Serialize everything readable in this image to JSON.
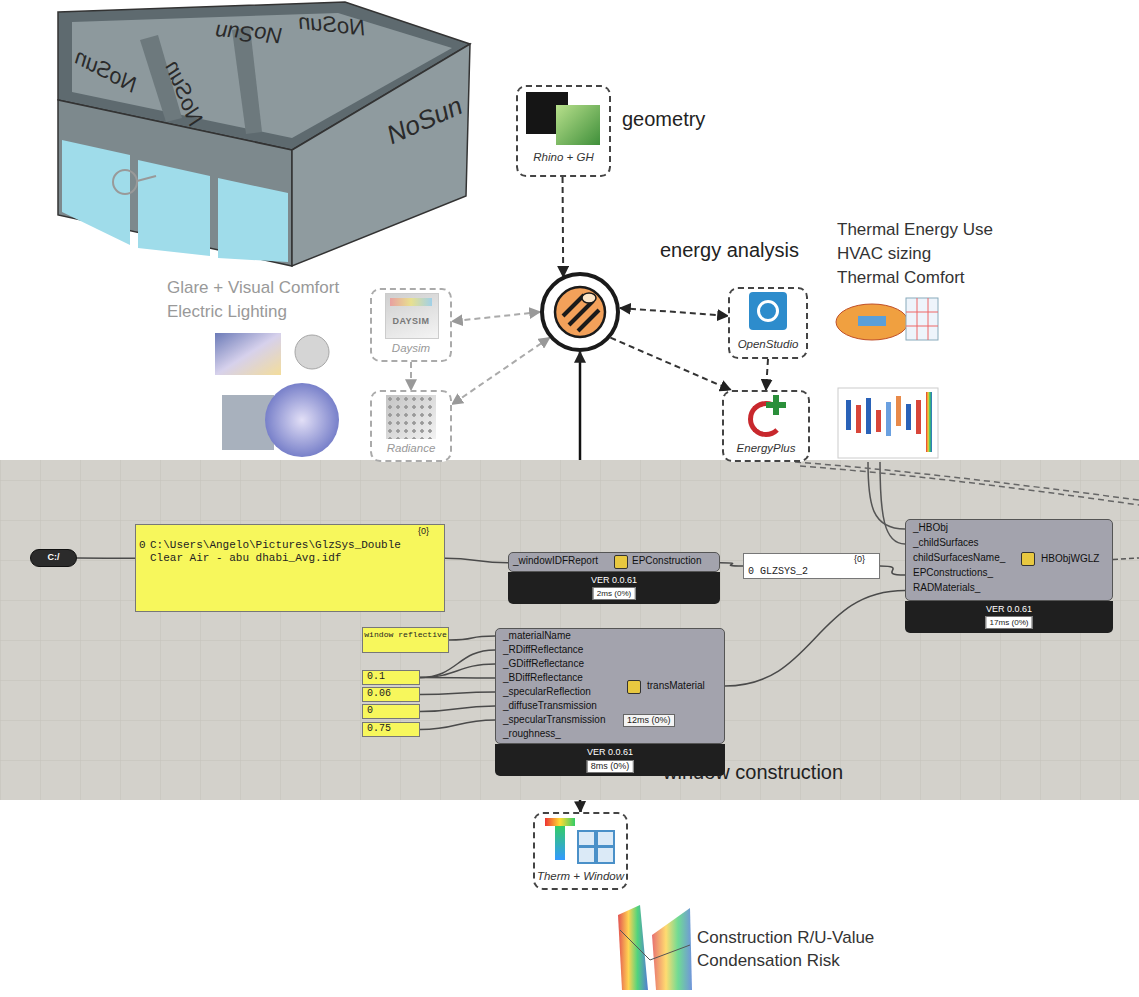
{
  "diagram": {
    "nodes": [
      {
        "text": [
          "Rhino + GH",
          "geometry"
        ]
      },
      {
        "text": []
      },
      {
        "text": [
          "DAYSIM",
          "Daysim"
        ]
      },
      {
        "text": [
          "OpenStudio"
        ]
      },
      {
        "text": [
          "Radiance"
        ]
      },
      {
        "text": [
          "EnergyPlus"
        ]
      },
      {
        "text": [
          "window construction"
        ]
      },
      {
        "text": [
          "C:/"
        ],
        "in": 6
      },
      {
        "text": [
          "{0}",
          "0",
          "C:\\Users\\Angelo\\Pictures\\GlzSys_Double Clear Air - abu dhabi_Avg.idf"
        ],
        "in": 6
      },
      {
        "text": [
          "_windowIDFReport",
          "EPConstruction",
          "VER 0.0.61",
          "2ms (0%)"
        ],
        "in": 6
      },
      {
        "text": [
          "{0}",
          "0",
          "GLZSYS_2"
        ],
        "in": 6
      },
      {
        "text": [
          "_HBObj",
          "_childSurfaces",
          "childSurfacesName_",
          "EPConstructions_",
          "RADMaterials_",
          "HBObjWGLZ",
          "VER 0.0.61",
          "17ms (0%)"
        ],
        "in": 6
      },
      {
        "text": [
          "window reflective"
        ],
        "in": 6
      },
      {
        "text": [
          "0.1"
        ],
        "in": 6
      },
      {
        "text": [
          "0.06"
        ],
        "in": 6
      },
      {
        "text": [
          "0"
        ],
        "in": 6
      },
      {
        "text": [
          "0.75"
        ],
        "in": 6
      },
      {
        "text": [
          "_materialName",
          "_RDiffReflectance",
          "_GDiffReflectance",
          "_BDiffReflectance",
          "_specularReflection",
          "_diffuseTransmission",
          "_specularTransmission",
          "_roughness_",
          "transMaterial",
          "VER 0.0.61",
          "8ms (0%)",
          "12ms (0%)"
        ],
        "in": 6
      },
      {
        "text": [
          "Therm + Window"
        ]
      }
    ],
    "edges": [
      {
        "from": 0,
        "to": 1,
        "arrow": "to"
      },
      {
        "from": 1,
        "to": 2,
        "arrow": "both"
      },
      {
        "from": 1,
        "to": 4,
        "arrow": "both"
      },
      {
        "from": 2,
        "to": 4,
        "arrow": "to"
      },
      {
        "from": 1,
        "to": 3,
        "arrow": "both"
      },
      {
        "from": 1,
        "to": 5,
        "arrow": "to"
      },
      {
        "from": 3,
        "to": 5,
        "arrow": "to"
      },
      {
        "from": 6,
        "to": 1,
        "arrow": "to"
      },
      {
        "from": 6,
        "to": 18,
        "arrow": "to"
      },
      {
        "from": 7,
        "to": 8,
        "arrow": "none"
      },
      {
        "from": 8,
        "to": 9,
        "arrow": "none"
      },
      {
        "from": 9,
        "to": 10,
        "arrow": "none"
      },
      {
        "from": 10,
        "to": 11,
        "arrow": "none"
      },
      {
        "from": 17,
        "to": 11,
        "arrow": "none"
      },
      {
        "from": 12,
        "to": 17,
        "arrow": "none"
      },
      {
        "from": 13,
        "to": 17,
        "arrow": "none"
      },
      {
        "from": 13,
        "to": 17,
        "arrow": "none"
      },
      {
        "from": 13,
        "to": 17,
        "arrow": "none"
      },
      {
        "from": 14,
        "to": 17,
        "arrow": "none"
      },
      {
        "from": 15,
        "to": 17,
        "arrow": "none"
      },
      {
        "from": 16,
        "to": 17,
        "arrow": "none"
      }
    ],
    "labels": [
      "NoSun",
      "NoSun",
      "NoSun",
      "NoSun",
      "NoSun",
      "energy analysis",
      "Thermal Energy Use",
      "HVAC sizing",
      "Thermal Comfort",
      "Glare + Visual Comfort",
      "Electric Lighting",
      "Construction R/U-Value",
      "Condensation Risk"
    ]
  }
}
